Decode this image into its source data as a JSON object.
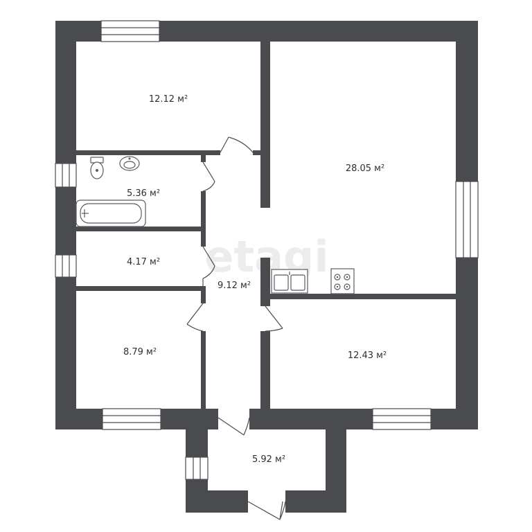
{
  "plan": {
    "rooms": [
      {
        "id": "bedroom-top-left",
        "area": "12.12 м²"
      },
      {
        "id": "living-kitchen",
        "area": "28.05 м²"
      },
      {
        "id": "bathroom",
        "area": "5.36 м²"
      },
      {
        "id": "small-room",
        "area": "4.17 м²"
      },
      {
        "id": "hallway",
        "area": "9.12 м²"
      },
      {
        "id": "bedroom-bottom-left",
        "area": "8.79 м²"
      },
      {
        "id": "bedroom-bottom-right",
        "area": "12.43 м²"
      },
      {
        "id": "vestibule",
        "area": "5.92 м²"
      }
    ],
    "watermark": "etagi",
    "colors": {
      "wall": "#4a4b4e",
      "background": "#ffffff",
      "fixture": "#5a5b5e",
      "watermark": "#e8e8e8"
    }
  }
}
